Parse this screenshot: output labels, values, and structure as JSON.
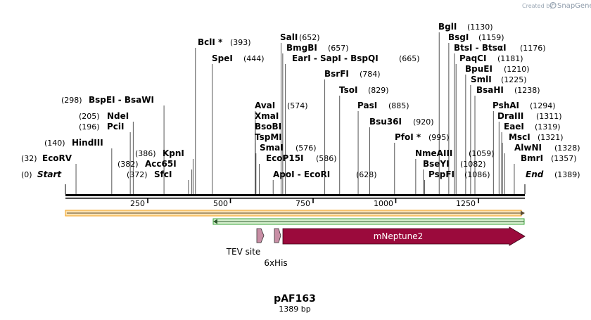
{
  "branding": {
    "created_by": "Created by",
    "app": "SnapGene",
    "icon": "snapgene-logo-icon"
  },
  "plasmid": {
    "name": "pAF163",
    "length_label": "1389 bp",
    "length": 1389
  },
  "colors": {
    "backbone": "#000000",
    "mneptune2": "#9b0a3c",
    "small_feature": "#c88ea5",
    "orf_forward": "#f4a21c",
    "orf_reverse": "#3aa53a"
  },
  "ruler": {
    "ticks": [
      "250",
      "500",
      "750",
      "1000",
      "1250"
    ]
  },
  "sites": [
    {
      "name": "Start",
      "pos": "(0)",
      "bp": 0,
      "style": "italic"
    },
    {
      "name": "EcoRV",
      "pos": "(32)",
      "bp": 32
    },
    {
      "name": "HindIII",
      "pos": "(140)",
      "bp": 140
    },
    {
      "name": "PciI",
      "pos": "(196)",
      "bp": 196
    },
    {
      "name": "NdeI",
      "pos": "(205)",
      "bp": 205
    },
    {
      "name": "BspEI  -  BsaWI",
      "pos": "(298)",
      "bp": 298
    },
    {
      "name": "SfcI",
      "pos": "(372)",
      "bp": 372
    },
    {
      "name": "Acc65I",
      "pos": "(382)",
      "bp": 382
    },
    {
      "name": "KpnI",
      "pos": "(386)",
      "bp": 386
    },
    {
      "name": "BclI *",
      "pos": "(393)",
      "bp": 393
    },
    {
      "name": "SpeI",
      "pos": "(444)",
      "bp": 444
    },
    {
      "name": "AvaI",
      "pos": "(574)",
      "bp": 574
    },
    {
      "name": "XmaI",
      "pos": "",
      "bp": 574
    },
    {
      "name": "BsoBI",
      "pos": "",
      "bp": 574
    },
    {
      "name": "TspMI",
      "pos": "",
      "bp": 574
    },
    {
      "name": "SmaI",
      "pos": "(576)",
      "bp": 576
    },
    {
      "name": "EcoP15I",
      "pos": "(586)",
      "bp": 586
    },
    {
      "name": "ApoI  -  EcoRI",
      "pos": "(628)",
      "bp": 628
    },
    {
      "name": "SalI",
      "pos": "(652)",
      "bp": 652
    },
    {
      "name": "BmgBI",
      "pos": "(657)",
      "bp": 657
    },
    {
      "name": "EarI  -  SapI  -  BspQI",
      "pos": "(665)",
      "bp": 665
    },
    {
      "name": "BsrFI",
      "pos": "(784)",
      "bp": 784
    },
    {
      "name": "TsoI",
      "pos": "(829)",
      "bp": 829
    },
    {
      "name": "PasI",
      "pos": "(885)",
      "bp": 885
    },
    {
      "name": "Bsu36I",
      "pos": "(920)",
      "bp": 920
    },
    {
      "name": "PfoI *",
      "pos": "(995)",
      "bp": 995
    },
    {
      "name": "NmeAIII",
      "pos": "(1059)",
      "bp": 1059
    },
    {
      "name": "BseYI",
      "pos": "(1082)",
      "bp": 1082
    },
    {
      "name": "PspFI",
      "pos": "(1086)",
      "bp": 1086
    },
    {
      "name": "BglI",
      "pos": "(1130)",
      "bp": 1130
    },
    {
      "name": "BsgI",
      "pos": "(1159)",
      "bp": 1159
    },
    {
      "name": "BtsI  -  BtsαI",
      "pos": "(1176)",
      "bp": 1176
    },
    {
      "name": "PaqCI",
      "pos": "(1181)",
      "bp": 1181
    },
    {
      "name": "BpuEI",
      "pos": "(1210)",
      "bp": 1210
    },
    {
      "name": "SmlI",
      "pos": "(1225)",
      "bp": 1225
    },
    {
      "name": "BsaHI",
      "pos": "(1238)",
      "bp": 1238
    },
    {
      "name": "PshAI",
      "pos": "(1294)",
      "bp": 1294
    },
    {
      "name": "DraIII",
      "pos": "(1311)",
      "bp": 1311
    },
    {
      "name": "EaeI",
      "pos": "(1319)",
      "bp": 1319
    },
    {
      "name": "MscI",
      "pos": "(1321)",
      "bp": 1321
    },
    {
      "name": "AlwNI",
      "pos": "(1328)",
      "bp": 1328
    },
    {
      "name": "BmrI",
      "pos": "(1357)",
      "bp": 1357
    },
    {
      "name": "End",
      "pos": "(1389)",
      "bp": 1389,
      "style": "italic"
    }
  ],
  "features": {
    "tev": {
      "label": "TEV site"
    },
    "his": {
      "label": "6xHis"
    },
    "mneptune2": {
      "label": "mNeptune2"
    }
  }
}
